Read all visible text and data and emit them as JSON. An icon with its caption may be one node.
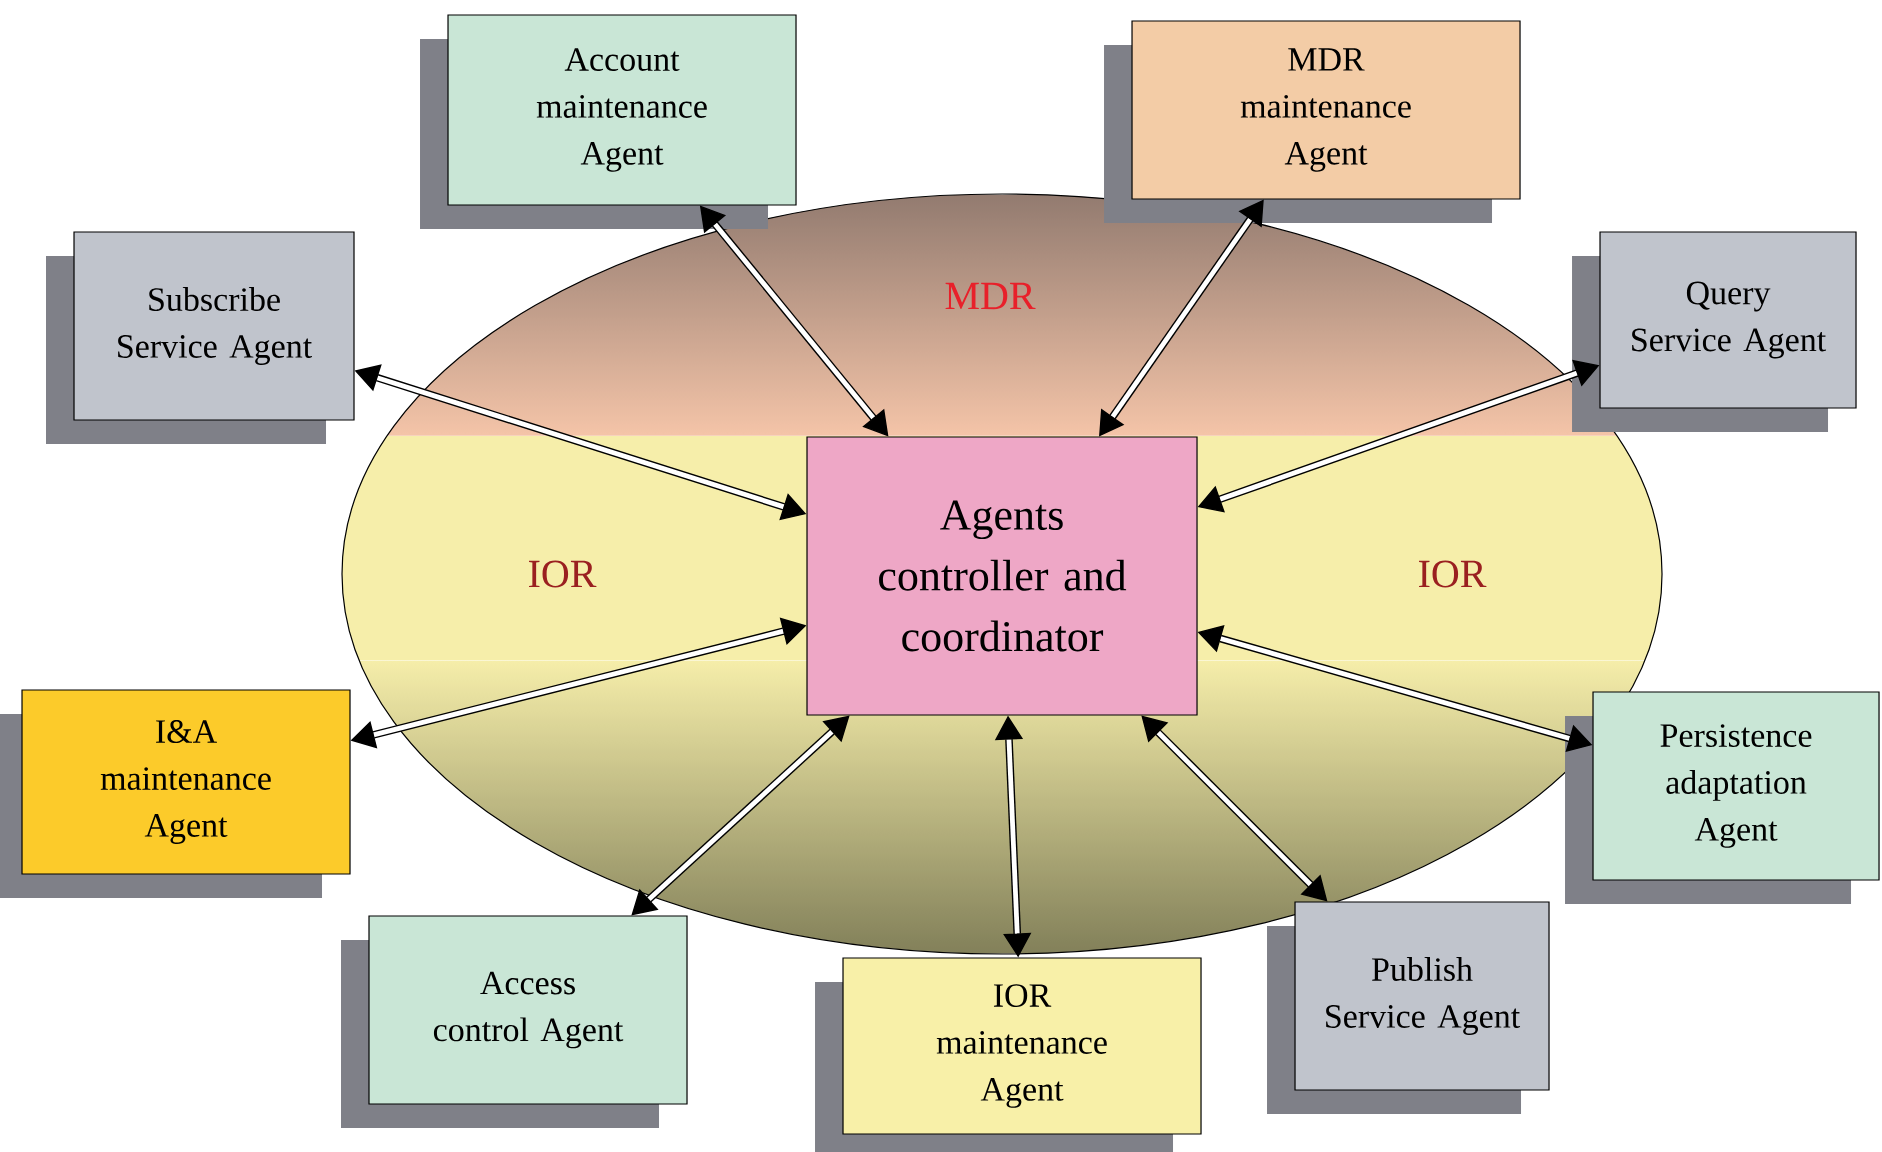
{
  "diagram": {
    "nodes": [
      {
        "text": [
          "Account maintenance Agent"
        ]
      },
      {
        "text": [
          "MDR maintenance Agent"
        ]
      },
      {
        "text": [
          "Subscribe Service Agent"
        ]
      },
      {
        "text": [
          "Query Service Agent"
        ]
      },
      {
        "text": [
          "Agents controller and coordinator"
        ]
      },
      {
        "text": [
          "I&A maintenance Agent"
        ]
      },
      {
        "text": [
          "Persistence adaptation Agent"
        ]
      },
      {
        "text": [
          "Access control Agent"
        ]
      },
      {
        "text": [
          "IOR maintenance Agent"
        ]
      },
      {
        "text": [
          "Publish Service Agent"
        ]
      }
    ],
    "edges": [
      {
        "from": 4,
        "to": 0,
        "arrow": "both"
      },
      {
        "from": 4,
        "to": 1,
        "arrow": "both"
      },
      {
        "from": 4,
        "to": 2,
        "arrow": "both"
      },
      {
        "from": 4,
        "to": 3,
        "arrow": "both"
      },
      {
        "from": 4,
        "to": 5,
        "arrow": "both"
      },
      {
        "from": 4,
        "to": 6,
        "arrow": "both"
      },
      {
        "from": 4,
        "to": 7,
        "arrow": "both"
      },
      {
        "from": 4,
        "to": 8,
        "arrow": "both"
      },
      {
        "from": 4,
        "to": 9,
        "arrow": "both"
      }
    ],
    "labels": [
      "MDR",
      "IOR",
      "IOR"
    ]
  }
}
